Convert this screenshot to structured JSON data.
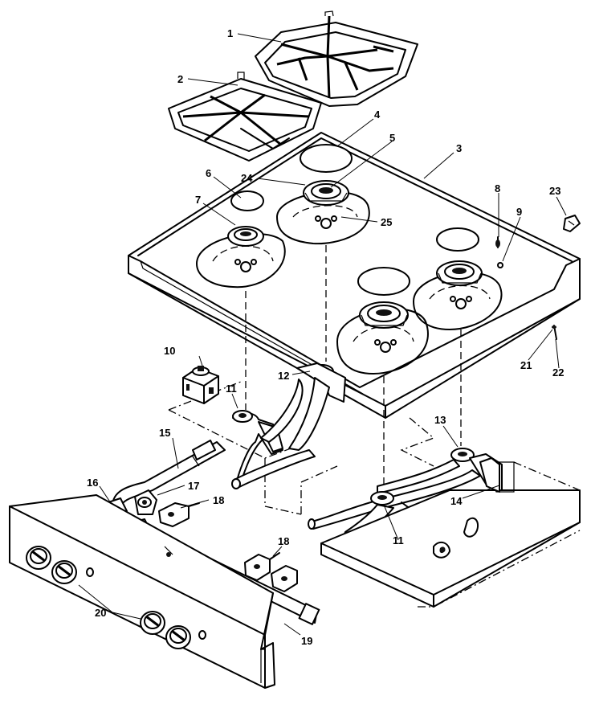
{
  "callouts": [
    {
      "id": "c1",
      "text": "1"
    },
    {
      "id": "c2",
      "text": "2"
    },
    {
      "id": "c3",
      "text": "3"
    },
    {
      "id": "c4",
      "text": "4"
    },
    {
      "id": "c5",
      "text": "5"
    },
    {
      "id": "c6",
      "text": "6"
    },
    {
      "id": "c7",
      "text": "7"
    },
    {
      "id": "c8",
      "text": "8"
    },
    {
      "id": "c9",
      "text": "9"
    },
    {
      "id": "c10",
      "text": "10"
    },
    {
      "id": "c11a",
      "text": "11"
    },
    {
      "id": "c11b",
      "text": "11"
    },
    {
      "id": "c12",
      "text": "12"
    },
    {
      "id": "c13",
      "text": "13"
    },
    {
      "id": "c14",
      "text": "14"
    },
    {
      "id": "c15",
      "text": "15"
    },
    {
      "id": "c16",
      "text": "16"
    },
    {
      "id": "c17",
      "text": "17"
    },
    {
      "id": "c18a",
      "text": "18"
    },
    {
      "id": "c18b",
      "text": "18"
    },
    {
      "id": "c19",
      "text": "19"
    },
    {
      "id": "c20",
      "text": "20"
    },
    {
      "id": "c21",
      "text": "21"
    },
    {
      "id": "c22",
      "text": "22"
    },
    {
      "id": "c23",
      "text": "23"
    },
    {
      "id": "c24",
      "text": "24"
    },
    {
      "id": "c25",
      "text": "25"
    }
  ]
}
